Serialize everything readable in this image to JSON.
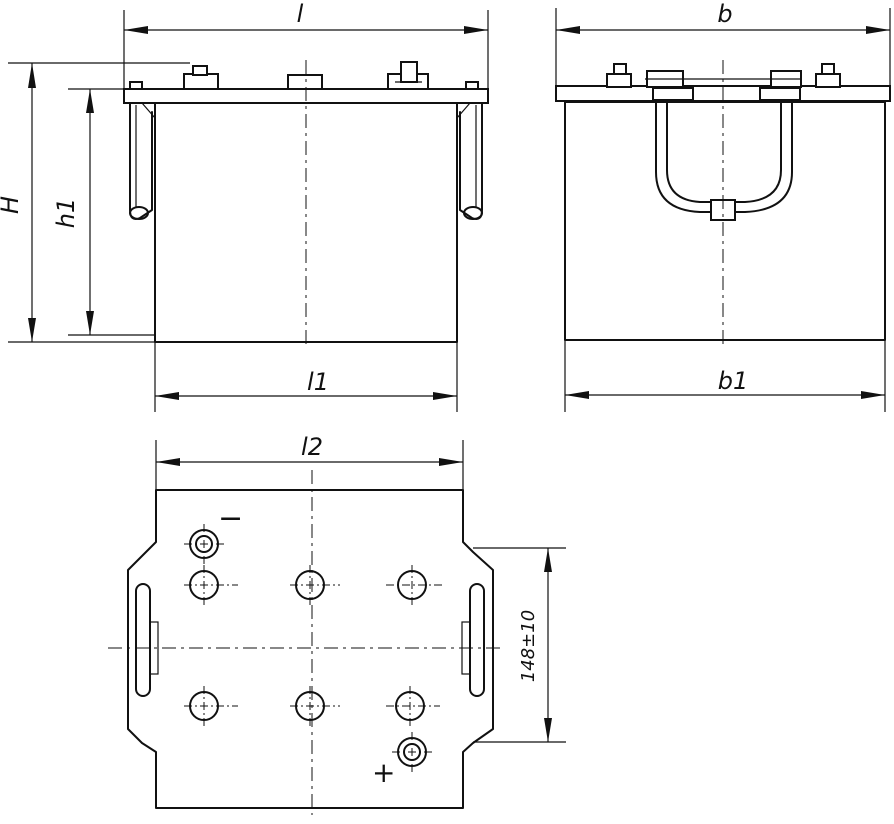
{
  "labels": {
    "l": "l",
    "b": "b",
    "H": "H",
    "h1": "h1",
    "l1": "l1",
    "b1": "b1",
    "l2": "l2",
    "dim148": "148±10",
    "minus": "−",
    "plus": "+"
  }
}
